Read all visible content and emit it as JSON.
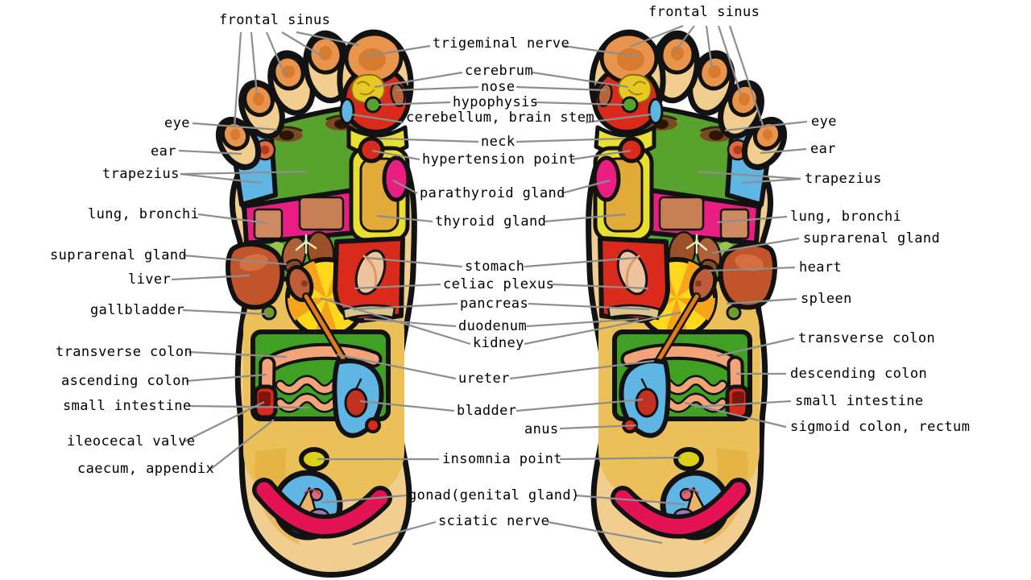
{
  "chart_title": "",
  "colors": {
    "background": "#ffffff",
    "outline": "#121212",
    "skin": "#f2cd90",
    "toe": "#e9944d",
    "toe-shade": "#d97b2f",
    "green": "#57a32e",
    "colon-green": "#3fa024",
    "blue": "#5fb6e5",
    "magenta": "#e91e83",
    "red": "#d92a1c",
    "yellow": "#e8df2f",
    "mustard": "#e2aa38",
    "mustard-light": "#ebc058",
    "crimson": "#e31253",
    "intestine": "#f2a377",
    "organ-brown": "#bf5d3a",
    "leader": "#8e8e8e",
    "text": "#000000"
  },
  "labels": {
    "left": [
      "frontal sinus",
      "eye",
      "ear",
      "trapezius",
      "lung, bronchi",
      "suprarenal gland",
      "liver",
      "gallbladder",
      "transverse colon",
      "ascending colon",
      "small intestine",
      "ileocecal valve",
      "caecum, appendix"
    ],
    "center": [
      "trigeminal nerve",
      "cerebrum",
      "nose",
      "hypophysis",
      "cerebellum, brain stem",
      "neck",
      "hypertension point",
      "parathyroid gland",
      "thyroid gland",
      "stomach",
      "celiac plexus",
      "pancreas",
      "duodenum",
      "kidney",
      "ureter",
      "bladder",
      "anus",
      "insomnia point",
      "gonad(genital gland)",
      "sciatic nerve"
    ],
    "right": [
      "frontal sinus",
      "eye",
      "ear",
      "trapezius",
      "lung, bronchi",
      "suprarenal gland",
      "heart",
      "spleen",
      "transverse colon",
      "descending colon",
      "small intestine",
      "sigmoid colon, rectum"
    ]
  }
}
